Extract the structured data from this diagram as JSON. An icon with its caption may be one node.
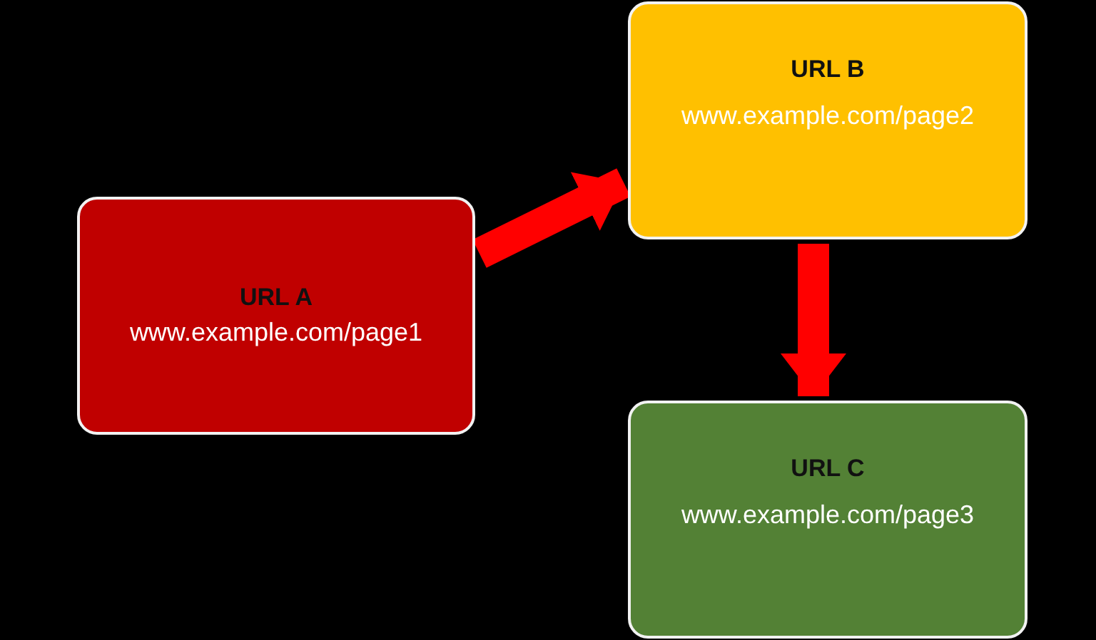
{
  "diagram": {
    "nodes": [
      {
        "text": [
          "URL A",
          "www.example.com/page1"
        ]
      },
      {
        "text": [
          "URL B",
          "www.example.com/page2"
        ]
      },
      {
        "text": [
          "URL C",
          "www.example.com/page3"
        ]
      }
    ],
    "edges": [
      {
        "from": 0,
        "to": 1,
        "arrow": "to"
      },
      {
        "from": 1,
        "to": 2,
        "arrow": "to"
      }
    ]
  }
}
